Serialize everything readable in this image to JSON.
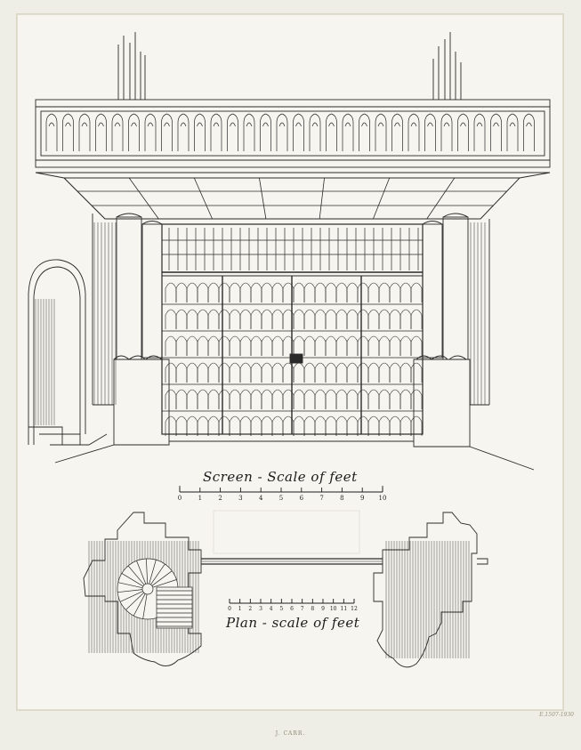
{
  "screen_scale": {
    "title": "Screen - Scale of feet",
    "ticks": [
      "0",
      "1",
      "2",
      "3",
      "4",
      "5",
      "6",
      "7",
      "8",
      "9",
      "10"
    ]
  },
  "plan_scale": {
    "title": "Plan - scale of feet",
    "ticks": [
      "0",
      "1",
      "2",
      "3",
      "4",
      "5",
      "6",
      "7",
      "8",
      "9",
      "10",
      "11",
      "12"
    ]
  },
  "artist": "J. CARR.",
  "accession": "E.1507-1930"
}
